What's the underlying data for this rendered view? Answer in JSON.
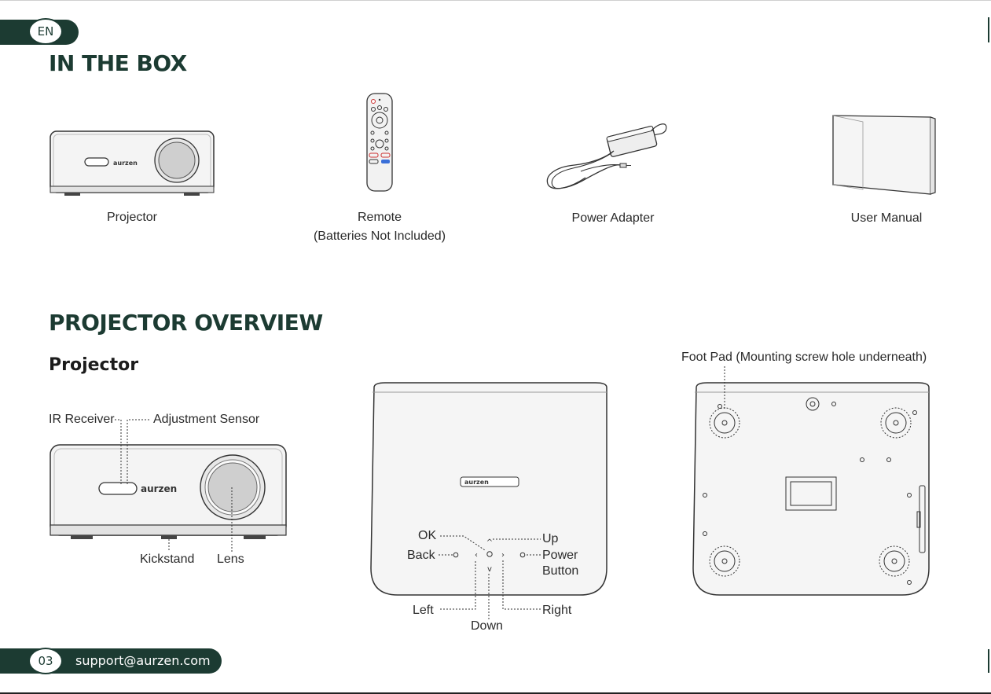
{
  "header": {
    "language_badge": "EN"
  },
  "in_the_box": {
    "title": "IN THE BOX",
    "items": [
      {
        "name": "Projector"
      },
      {
        "name": "Remote",
        "note": "(Batteries Not Included)"
      },
      {
        "name": "Power Adapter"
      },
      {
        "name": "User Manual"
      }
    ]
  },
  "overview": {
    "title": "PROJECTOR OVERVIEW",
    "subtitle": "Projector",
    "brand_logo": "aurzen",
    "front_view": {
      "ir_receiver": "IR Receiver",
      "adjustment_sensor": "Adjustment Sensor",
      "kickstand": "Kickstand",
      "lens": "Lens"
    },
    "top_view": {
      "ok": "OK",
      "back": "Back",
      "up": "Up",
      "power": "Power",
      "power_line2": "Button",
      "left": "Left",
      "right": "Right",
      "down": "Down"
    },
    "bottom_view": {
      "foot_pad": "Foot Pad (Mounting screw hole underneath)"
    }
  },
  "footer": {
    "page_number": "03",
    "email": "support@aurzen.com"
  },
  "colors": {
    "brand_green": "#1c3b32",
    "line": "#333333"
  }
}
